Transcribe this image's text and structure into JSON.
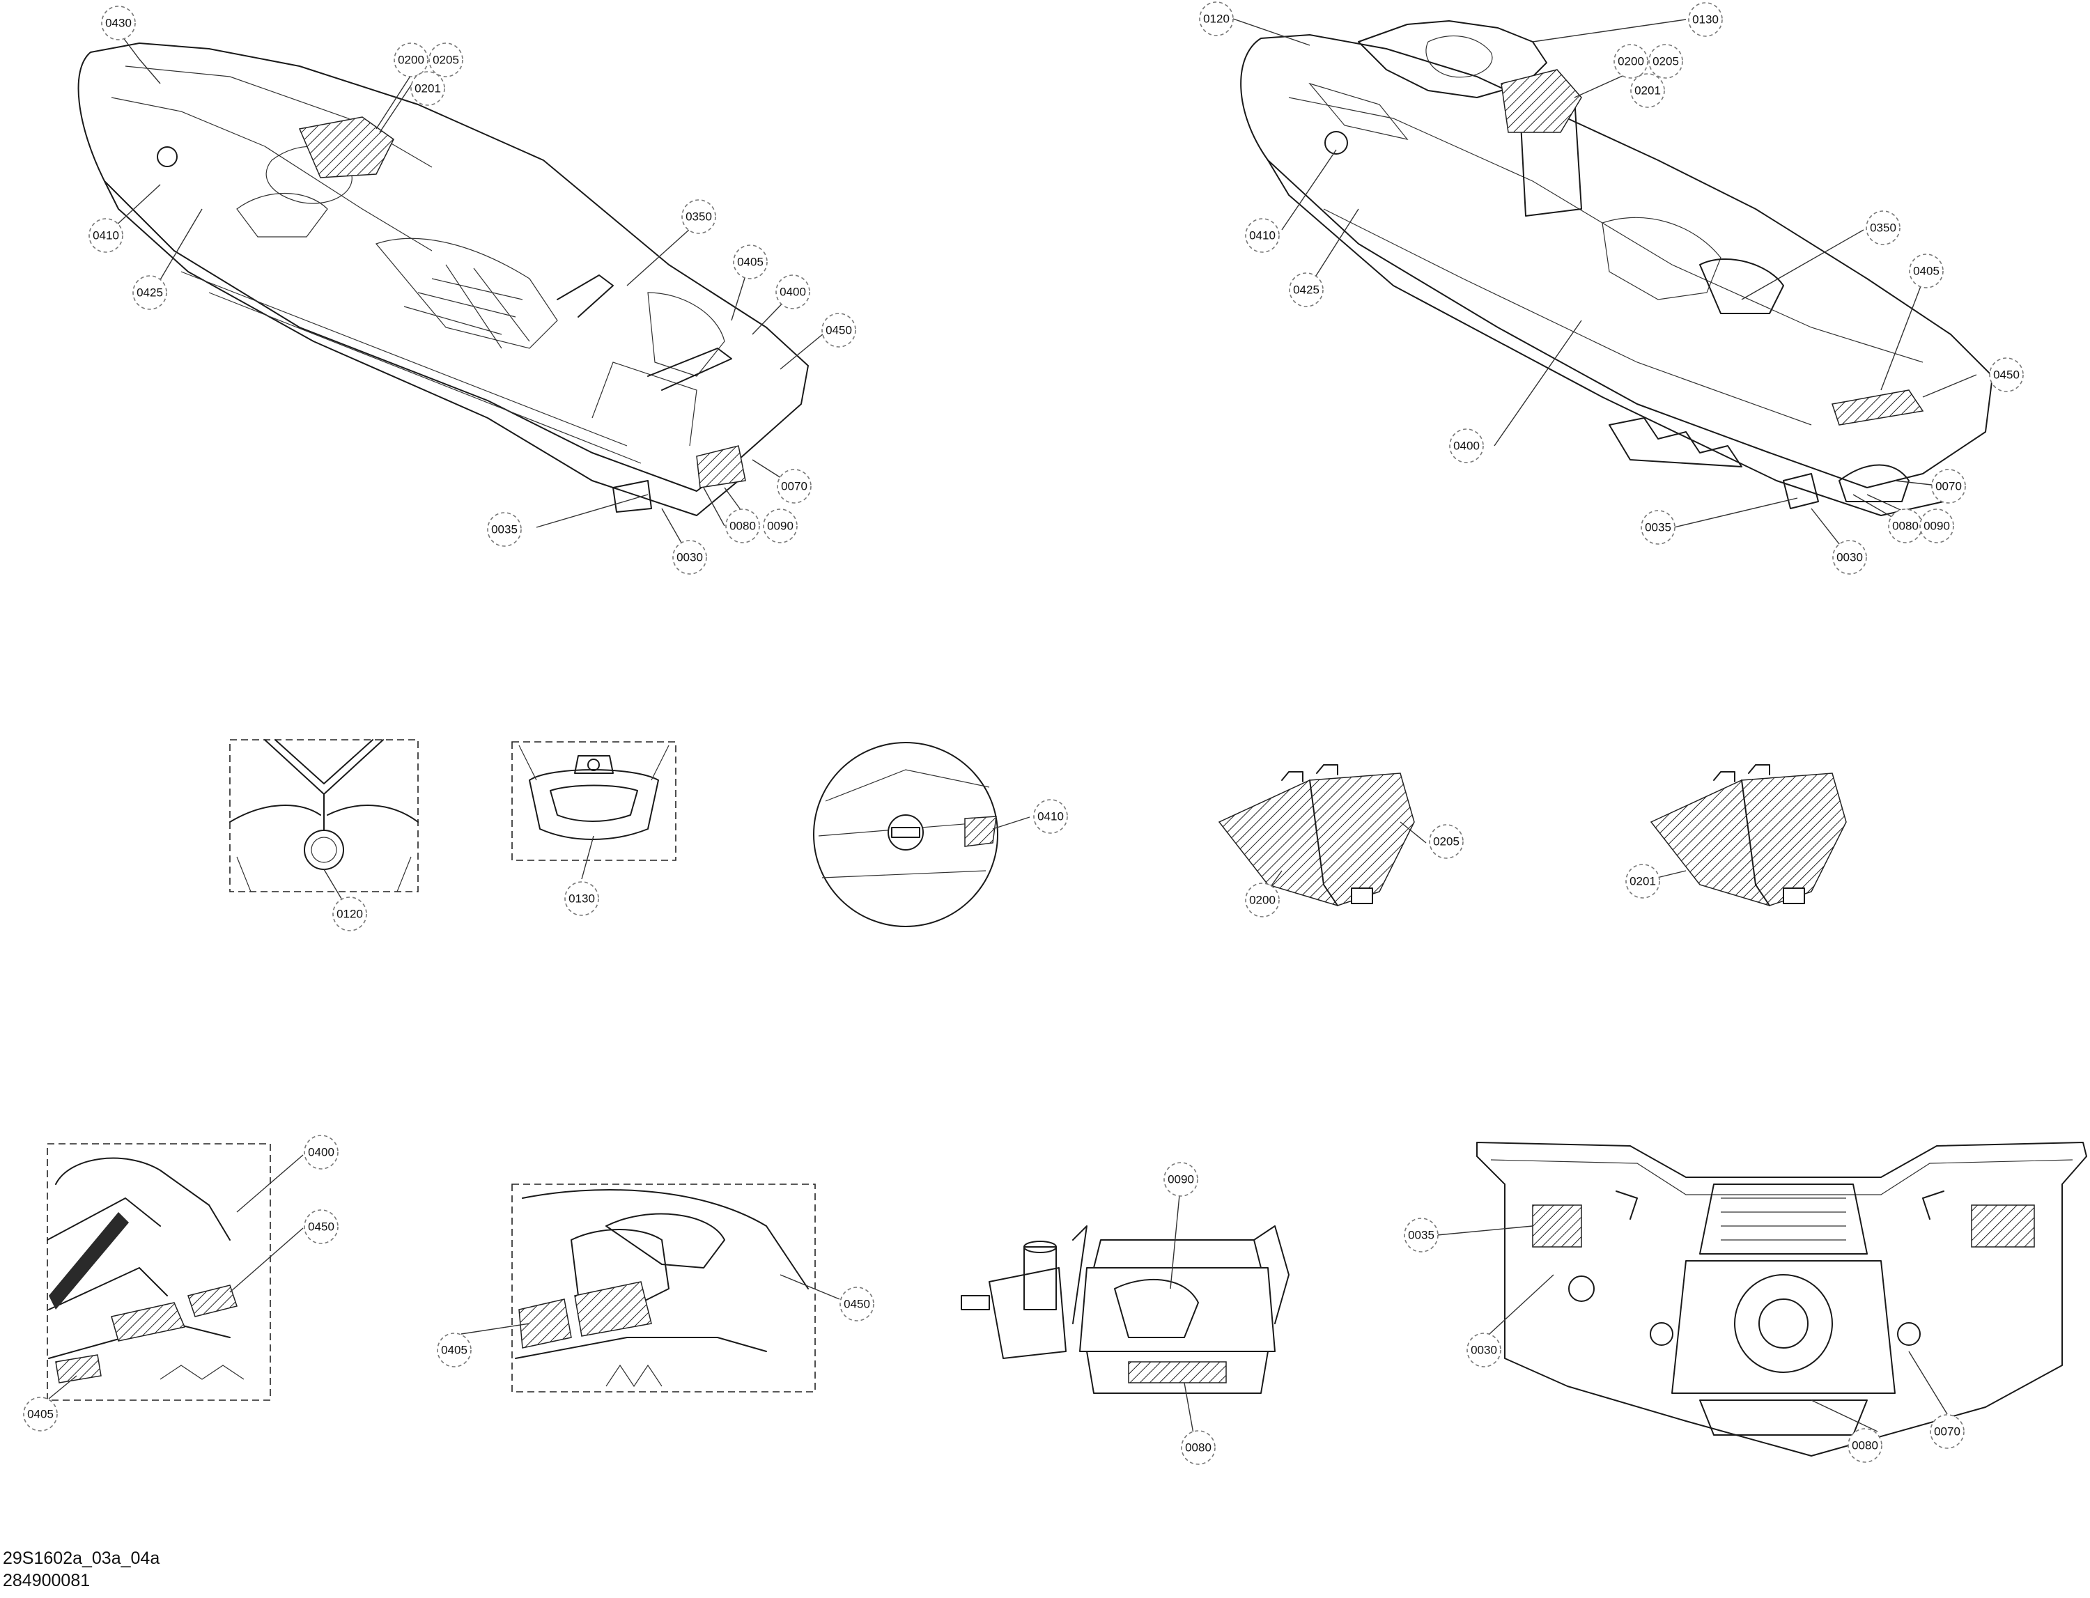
{
  "drawing_codes": [
    "29S1602a_03a_04a",
    "284900081"
  ],
  "callouts": [
    {
      "label": "0430",
      "view": "left-main"
    },
    {
      "label": "0200",
      "view": "left-main"
    },
    {
      "label": "0205",
      "view": "left-main"
    },
    {
      "label": "0201",
      "view": "left-main"
    },
    {
      "label": "0410",
      "view": "left-main"
    },
    {
      "label": "0425",
      "view": "left-main"
    },
    {
      "label": "0350",
      "view": "left-main"
    },
    {
      "label": "0405",
      "view": "left-main"
    },
    {
      "label": "0400",
      "view": "left-main"
    },
    {
      "label": "0450",
      "view": "left-main"
    },
    {
      "label": "0070",
      "view": "left-main"
    },
    {
      "label": "0080",
      "view": "left-main"
    },
    {
      "label": "0090",
      "view": "left-main"
    },
    {
      "label": "0035",
      "view": "left-main"
    },
    {
      "label": "0030",
      "view": "left-main"
    },
    {
      "label": "0120",
      "view": "right-main"
    },
    {
      "label": "0130",
      "view": "right-main"
    },
    {
      "label": "0200",
      "view": "right-main"
    },
    {
      "label": "0205",
      "view": "right-main"
    },
    {
      "label": "0201",
      "view": "right-main"
    },
    {
      "label": "0410",
      "view": "right-main"
    },
    {
      "label": "0425",
      "view": "right-main"
    },
    {
      "label": "0350",
      "view": "right-main"
    },
    {
      "label": "0405",
      "view": "right-main"
    },
    {
      "label": "0450",
      "view": "right-main"
    },
    {
      "label": "0400",
      "view": "right-main"
    },
    {
      "label": "0070",
      "view": "right-main"
    },
    {
      "label": "0035",
      "view": "right-main"
    },
    {
      "label": "0080",
      "view": "right-main"
    },
    {
      "label": "0090",
      "view": "right-main"
    },
    {
      "label": "0030",
      "view": "right-main"
    },
    {
      "label": "0120",
      "view": "detail-gauge"
    },
    {
      "label": "0130",
      "view": "detail-console"
    },
    {
      "label": "0410",
      "view": "detail-cap"
    },
    {
      "label": "0205",
      "view": "detail-mat-a"
    },
    {
      "label": "0200",
      "view": "detail-mat-a"
    },
    {
      "label": "0201",
      "view": "detail-mat-b"
    },
    {
      "label": "0400",
      "view": "detail-rear-deck"
    },
    {
      "label": "0450",
      "view": "detail-rear-deck"
    },
    {
      "label": "0405",
      "view": "detail-rear-deck"
    },
    {
      "label": "0405",
      "view": "detail-stern"
    },
    {
      "label": "0450",
      "view": "detail-stern"
    },
    {
      "label": "0090",
      "view": "detail-pump"
    },
    {
      "label": "0080",
      "view": "detail-pump"
    },
    {
      "label": "0035",
      "view": "detail-transom"
    },
    {
      "label": "0030",
      "view": "detail-transom"
    },
    {
      "label": "0070",
      "view": "detail-transom"
    },
    {
      "label": "0080",
      "view": "detail-transom"
    }
  ]
}
